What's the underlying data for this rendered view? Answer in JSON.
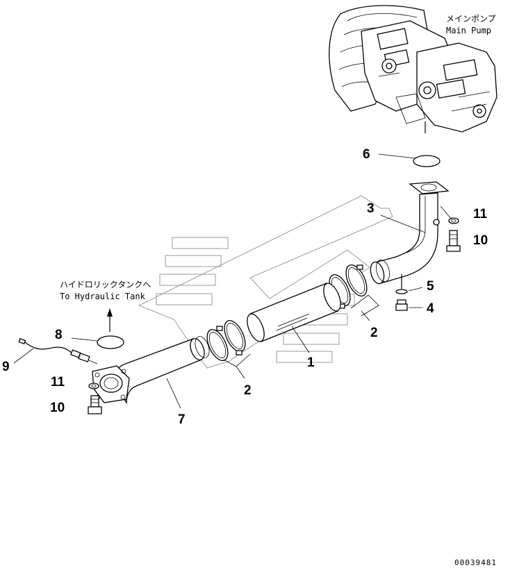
{
  "pump_label": {
    "jp": "メインポンプ",
    "en": "Main Pump"
  },
  "tank_label": {
    "jp": "ハイドロリックタンクへ",
    "en": "To Hydraulic Tank"
  },
  "callouts": {
    "c1": "1",
    "c2a": "2",
    "c2b": "2",
    "c3": "3",
    "c4": "4",
    "c5": "5",
    "c6": "6",
    "c7": "7",
    "c8": "8",
    "c9": "9",
    "c10a": "10",
    "c10b": "10",
    "c11a": "11",
    "c11b": "11"
  },
  "drawing_code": "00039481"
}
